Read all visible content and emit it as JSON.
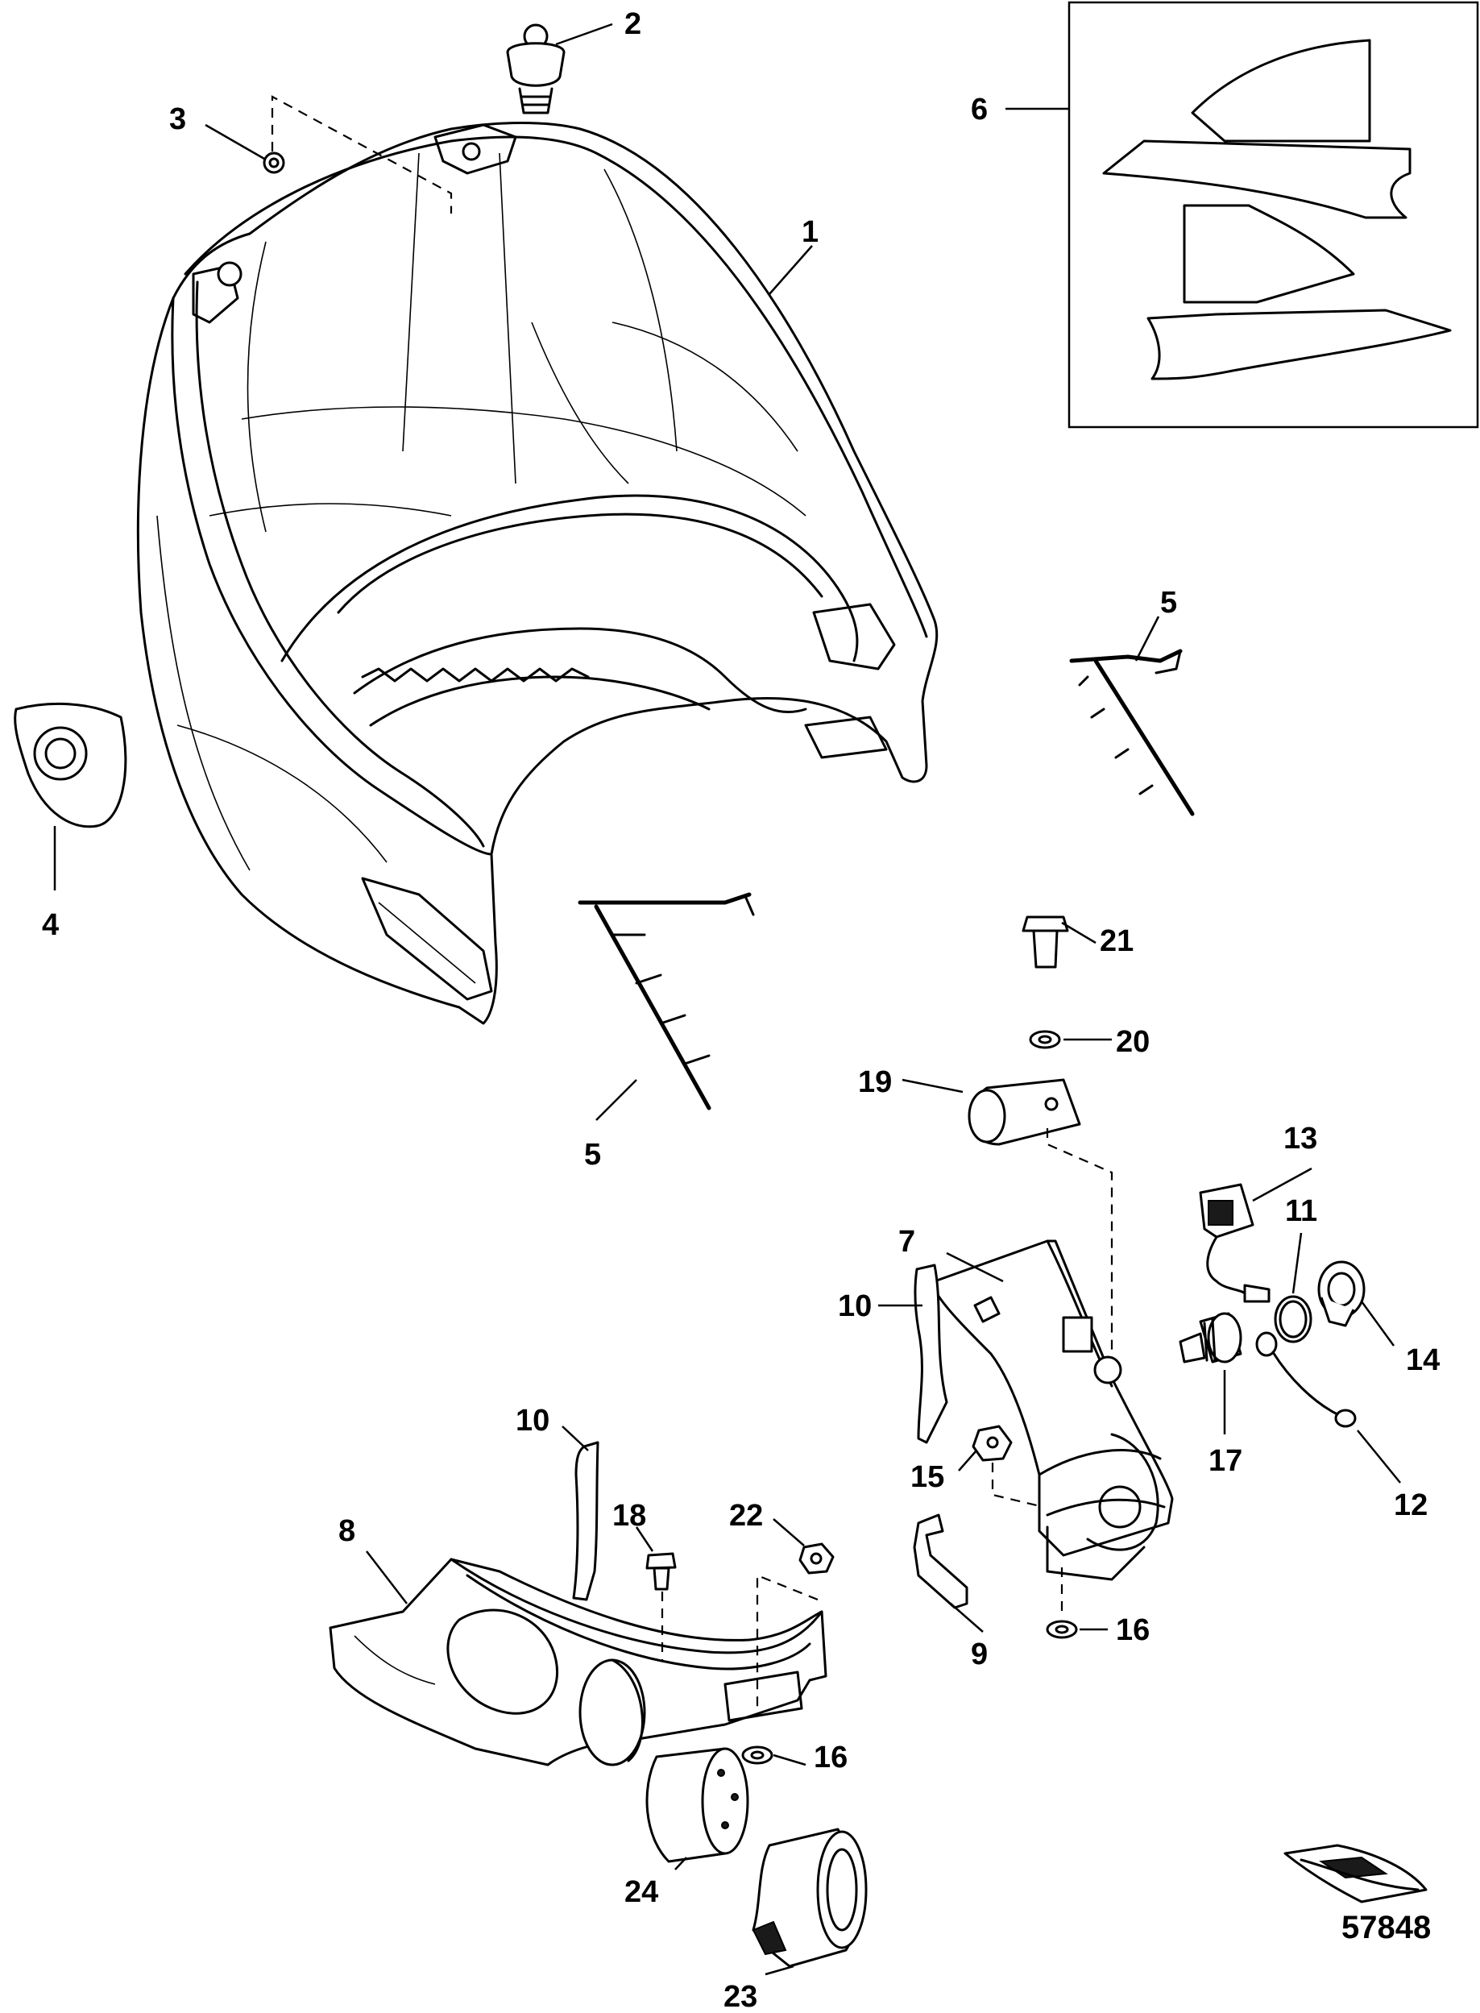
{
  "diagram": {
    "reference_number": "57848",
    "callouts": [
      {
        "id": "c1",
        "label": "1"
      },
      {
        "id": "c2",
        "label": "2"
      },
      {
        "id": "c3",
        "label": "3"
      },
      {
        "id": "c4",
        "label": "4"
      },
      {
        "id": "c5a",
        "label": "5"
      },
      {
        "id": "c5b",
        "label": "5"
      },
      {
        "id": "c6",
        "label": "6"
      },
      {
        "id": "c7",
        "label": "7"
      },
      {
        "id": "c8",
        "label": "8"
      },
      {
        "id": "c9",
        "label": "9"
      },
      {
        "id": "c10a",
        "label": "10"
      },
      {
        "id": "c10b",
        "label": "10"
      },
      {
        "id": "c11",
        "label": "11"
      },
      {
        "id": "c12",
        "label": "12"
      },
      {
        "id": "c13",
        "label": "13"
      },
      {
        "id": "c14",
        "label": "14"
      },
      {
        "id": "c15",
        "label": "15"
      },
      {
        "id": "c16a",
        "label": "16"
      },
      {
        "id": "c16b",
        "label": "16"
      },
      {
        "id": "c17",
        "label": "17"
      },
      {
        "id": "c18",
        "label": "18"
      },
      {
        "id": "c19",
        "label": "19"
      },
      {
        "id": "c20",
        "label": "20"
      },
      {
        "id": "c21",
        "label": "21"
      },
      {
        "id": "c22",
        "label": "22"
      },
      {
        "id": "c23",
        "label": "23"
      },
      {
        "id": "c24",
        "label": "24"
      }
    ]
  }
}
